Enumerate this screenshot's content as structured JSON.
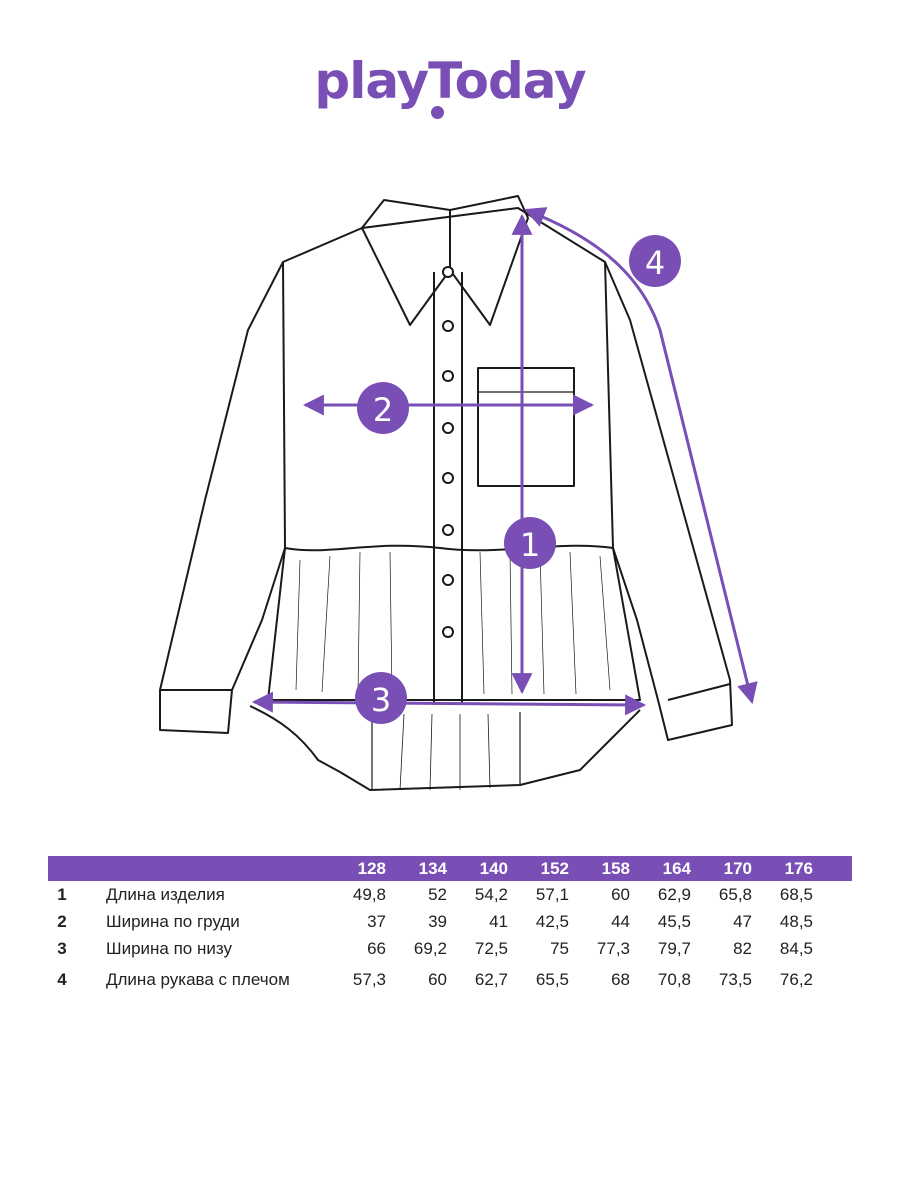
{
  "brand": {
    "name": "playToday",
    "color": "#7a4fb5"
  },
  "markers": [
    "1",
    "2",
    "3",
    "4"
  ],
  "table": {
    "sizes": [
      "128",
      "134",
      "140",
      "152",
      "158",
      "164",
      "170",
      "176"
    ],
    "rows": [
      {
        "num": "1",
        "name": "Длина изделия",
        "values": [
          "49,8",
          "52",
          "54,2",
          "57,1",
          "60",
          "62,9",
          "65,8",
          "68,5"
        ]
      },
      {
        "num": "2",
        "name": "Ширина по груди",
        "values": [
          "37",
          "39",
          "41",
          "42,5",
          "44",
          "45,5",
          "47",
          "48,5"
        ]
      },
      {
        "num": "3",
        "name": "Ширина по низу",
        "values": [
          "66",
          "69,2",
          "72,5",
          "75",
          "77,3",
          "79,7",
          "82",
          "84,5"
        ]
      },
      {
        "num": "4",
        "name": "Длина рукава с плечом",
        "values": [
          "57,3",
          "60",
          "62,7",
          "65,5",
          "68",
          "70,8",
          "73,5",
          "76,2"
        ]
      }
    ]
  }
}
